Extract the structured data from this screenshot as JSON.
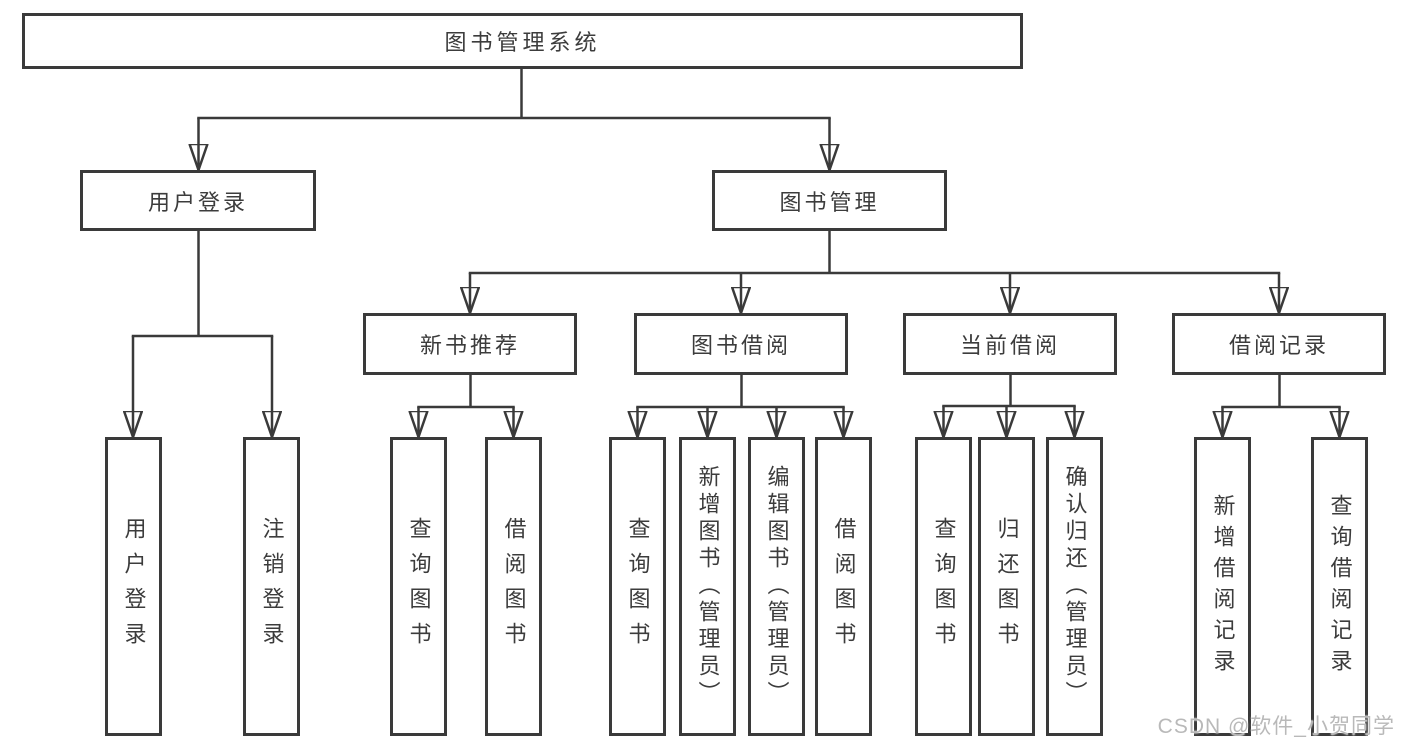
{
  "diagram": {
    "title": "图书管理系统",
    "level1": [
      {
        "label": "用户登录"
      },
      {
        "label": "图书管理"
      }
    ],
    "level2": [
      {
        "label": "新书推荐"
      },
      {
        "label": "图书借阅"
      },
      {
        "label": "当前借阅"
      },
      {
        "label": "借阅记录"
      }
    ],
    "level3": {
      "user_login": [
        {
          "label": "用户登录"
        },
        {
          "label": "注销登录"
        }
      ],
      "new_book": [
        {
          "label": "查询图书"
        },
        {
          "label": "借阅图书"
        }
      ],
      "book_borrow": [
        {
          "label": "查询图书"
        },
        {
          "label": "新增图书（管理员）"
        },
        {
          "label": "编辑图书（管理员）"
        },
        {
          "label": "借阅图书"
        }
      ],
      "current_borrow": [
        {
          "label": "查询图书"
        },
        {
          "label": "归还图书"
        },
        {
          "label": "确认归还（管理员）"
        }
      ],
      "borrow_records": [
        {
          "label": "新增借阅记录"
        },
        {
          "label": "查询借阅记录"
        }
      ]
    }
  },
  "watermark": {
    "text": "CSDN @软件_小贺同学"
  },
  "colors": {
    "line": "#3a3a3a",
    "box_border": "#3a3a3a",
    "box_fill": "#ffffff",
    "text": "#3c3c3c",
    "watermark": "#b9b9b9",
    "background": "#ffffff"
  }
}
